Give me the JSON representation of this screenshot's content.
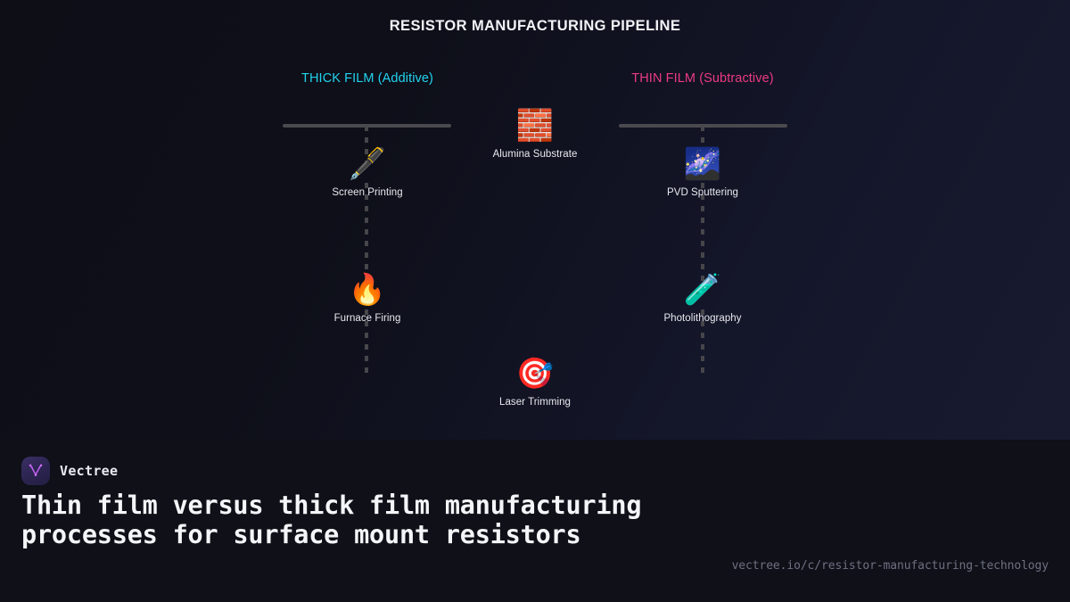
{
  "chart_data": {
    "type": "diagram",
    "title": "RESISTOR MANUFACTURING PIPELINE",
    "layout": "three-column vertical flow with dashed connectors",
    "columns": [
      {
        "id": "thick",
        "header": "THICK FILM (Additive)",
        "color": "#22d3ee",
        "nodes": [
          {
            "label": "Screen Printing",
            "icon": "pen-icon",
            "glyph": "🖋️"
          },
          {
            "label": "Furnace Firing",
            "icon": "fire-icon",
            "glyph": "🔥"
          }
        ]
      },
      {
        "id": "shared",
        "header": "",
        "color": "#e8e9ee",
        "nodes": [
          {
            "label": "Alumina Substrate",
            "icon": "brick-icon",
            "glyph": "🧱"
          },
          {
            "label": "Laser Trimming",
            "icon": "target-icon",
            "glyph": "🎯"
          }
        ]
      },
      {
        "id": "thin",
        "header": "THIN FILM (Subtractive)",
        "color": "#ec3a82",
        "nodes": [
          {
            "label": "PVD Sputtering",
            "icon": "milky-way-icon",
            "glyph": "🌌"
          },
          {
            "label": "Photolithography",
            "icon": "test-tube-icon",
            "glyph": "🧪"
          }
        ]
      }
    ]
  },
  "header": {
    "title": "RESISTOR MANUFACTURING PIPELINE"
  },
  "columns": {
    "thick": {
      "header": "THICK FILM (Additive)",
      "color": "#22d3ee",
      "node_1_label": "Screen Printing",
      "node_1_glyph": "🖋️",
      "node_2_label": "Furnace Firing",
      "node_2_glyph": "🔥"
    },
    "shared": {
      "node_1_label": "Alumina Substrate",
      "node_1_glyph": "🧱",
      "node_2_label": "Laser Trimming",
      "node_2_glyph": "🎯"
    },
    "thin": {
      "header": "THIN FILM (Subtractive)",
      "color": "#ec3a82",
      "node_1_label": "PVD Sputtering",
      "node_1_glyph": "🌌",
      "node_2_label": "Photolithography",
      "node_2_glyph": "🧪"
    }
  },
  "footer": {
    "brand_name": "Vectree",
    "logo_icon": "vectree-logo-icon",
    "headline": "Thin film versus thick film manufacturing processes for surface mount resistors",
    "url": "vectree.io/c/resistor-manufacturing-technology"
  }
}
